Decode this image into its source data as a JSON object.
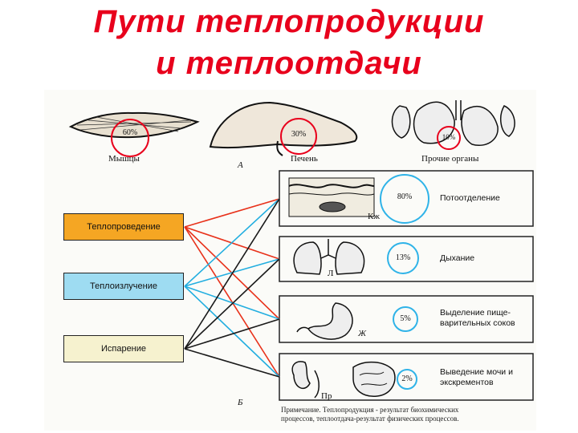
{
  "title": {
    "line1": "Пути теплопродукции",
    "line2": "и теплоотдачи"
  },
  "section_a": "А",
  "section_b": "Б",
  "production": [
    {
      "organ": "Мышцы",
      "percent": "60%"
    },
    {
      "organ": "Печень",
      "percent": "30%"
    },
    {
      "organ": "Прочие органы",
      "percent": "10%"
    }
  ],
  "mechanisms": [
    {
      "label": "Теплопроведение",
      "fill": "#f5a623"
    },
    {
      "label": "Теплоизлучение",
      "fill": "#9edcf2"
    },
    {
      "label": "Испарение",
      "fill": "#f6f2cf"
    }
  ],
  "routes": [
    {
      "label": "Потоотделение",
      "percent": "80%",
      "organ_letter": "Кж"
    },
    {
      "label": "Дыхание",
      "percent": "13%",
      "organ_letter": "Л"
    },
    {
      "label": "Выделение пище-варительных соков",
      "percent": "5%",
      "organ_letter": "Ж"
    },
    {
      "label": "Выведение мочи и экскрементов",
      "percent": "2%",
      "organ_letter": "Пр"
    }
  ],
  "note": {
    "line1": "Примечание. Теплопродукция - результат биохимических",
    "line2": "процессов, теплоотдача-результат физических процессов."
  },
  "colors": {
    "title": "#e8001c",
    "red_line": "#e8311a",
    "blue_line": "#22aee0",
    "black_line": "#1a1a1a",
    "ring_red": "#e8001c",
    "ring_blue": "#2fb3e8"
  }
}
